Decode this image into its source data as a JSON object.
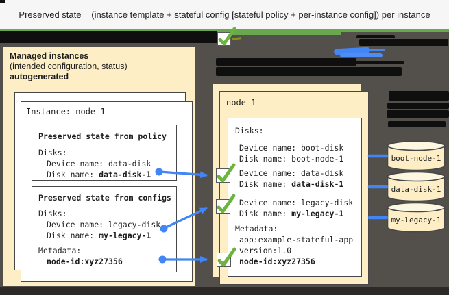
{
  "banner": {
    "text": "Preserved state = (instance template + stateful config [stateful policy + per-instance config]) per instance"
  },
  "left_panel": {
    "title": "Managed instances",
    "subtitle": "(intended configuration, status)",
    "subtitle2": "autogenerated",
    "instance_card": {
      "title": "Instance: node-1",
      "policy_box": {
        "title": "Preserved state from policy",
        "disks_header": "Disks:",
        "device_line": "Device name: data-disk",
        "disk_label": "Disk name: ",
        "disk_value": "data-disk-1"
      },
      "configs_box": {
        "title": "Preserved state from configs",
        "disks_header": "Disks:",
        "device_line": "Device name: legacy-disk",
        "disk_label": "Disk name: ",
        "disk_value": "my-legacy-1",
        "metadata_header": "Metadata:",
        "metadata_value": "node-id:xyz27356"
      }
    }
  },
  "right_panel": {
    "card_title": "node-1",
    "disks_header": "Disks:",
    "entries": [
      {
        "device": "Device name: boot-disk",
        "disk_label": "Disk name: ",
        "disk_value": "boot-node-1"
      },
      {
        "device": "Device name: data-disk",
        "disk_label": "Disk name: ",
        "disk_value": "data-disk-1"
      },
      {
        "device": "Device name: legacy-disk",
        "disk_label": "Disk name: ",
        "disk_value": "my-legacy-1"
      }
    ],
    "metadata": {
      "header": "Metadata:",
      "line1": "app:example-stateful-app",
      "line2": "version:1.0",
      "line3": "node-id:xyz27356"
    }
  },
  "disks": [
    {
      "label": "boot-node-1"
    },
    {
      "label": "data-disk-1"
    },
    {
      "label": "my-legacy-1"
    }
  ],
  "colors": {
    "accent_blue": "#4285f4",
    "accent_green": "#6aa84f",
    "check_green": "#6db33f",
    "panel_cream": "#fdeec6",
    "background": "#53504c"
  }
}
